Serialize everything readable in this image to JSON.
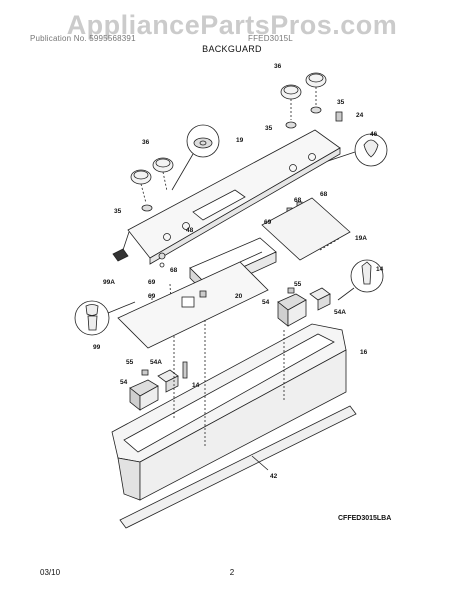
{
  "watermark": "AppliancePartsPros.com",
  "header": {
    "left_text": "Publication No. 5995568391",
    "right_text": "FFED3015L",
    "title": "BACKGUARD"
  },
  "diagram_code": "CFFED3015LBA",
  "footer": {
    "date": "03/10",
    "page": "2"
  },
  "callouts": [
    "36",
    "35",
    "24",
    "35",
    "46",
    "36",
    "19",
    "68",
    "35",
    "68",
    "69",
    "48",
    "19A",
    "14",
    "99A",
    "20",
    "69",
    "68",
    "69",
    "54",
    "55",
    "54A",
    "99",
    "16",
    "55",
    "54A",
    "54",
    "14",
    "42"
  ]
}
